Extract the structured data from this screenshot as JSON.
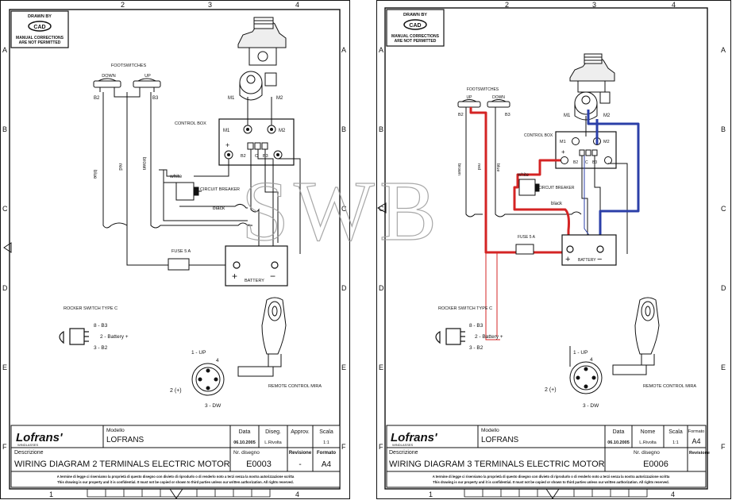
{
  "sheets": [
    {
      "stamp": {
        "drawn_by": "DRAWN BY",
        "logo": "CAD",
        "note1": "MANUAL CORRECTIONS",
        "note2": "ARE NOT PERMITTED"
      },
      "grid_cols": [
        "2",
        "3",
        "4",
        "1",
        "4"
      ],
      "grid_rows": [
        "A",
        "B",
        "C",
        "D",
        "E",
        "F"
      ],
      "labels": {
        "footswitches": "FOOTSWITCHES",
        "sw_left": "DOWN",
        "sw_right": "UP",
        "b_left": "B2",
        "b_right": "B3",
        "m1": "M1",
        "m2": "M2",
        "control_box": "CONTROL BOX",
        "cb_m1": "M1",
        "cb_m2": "M2",
        "cb_plus": "+",
        "cb_b2": "B2",
        "cb_c": "C",
        "cb_b3": "B3",
        "wire1": "blue",
        "wire2": "red",
        "wire3": "brown",
        "white": "white",
        "black": "black",
        "breaker": "CIRCUIT BREAKER",
        "fuse": "FUSE 5 A",
        "battery": "BATTERY",
        "bat_plus": "+",
        "bat_minus": "−",
        "rocker": "ROCKER SWITCH TYPE C",
        "r1": "8 - B3",
        "r2": "2 - Battery +",
        "r3": "3 - B2",
        "c_up": "1 - UP",
        "c_4": "4",
        "c_2": "2 (+)",
        "c_dw": "3 - DW",
        "remote": "REMOTE CONTROL MIRA"
      },
      "title_block": {
        "brand": "Lofrans'",
        "brand_sub": "WINDLASSES",
        "modello_label": "Modello",
        "modello": "LOFRANS",
        "col1_label": "Data",
        "col1": "06.10.2005",
        "col2_label": "Diseg.",
        "col2": "L.Rivolta",
        "col3_label": "Approv.",
        "col3": "",
        "col4_label": "Scala",
        "col4": "1:1",
        "descr_label": "Descrizione",
        "descr": "WIRING DIAGRAM 2 TERMINALS ELECTRIC MOTOR",
        "nr_label": "Nr. disegno",
        "nr": "E0003",
        "rev_label": "Revisione",
        "rev": "-",
        "fmt_label": "Formato",
        "fmt": "A4",
        "legal1": "A termine di legge ci riserviamo la proprietà di questo disegno con divieto di riprodurlo o di renderlo noto a terzi senza la nostra autorizzazione scritta",
        "legal2": "This drawing is our property and it is confidential. It must not be copied or shown to third parties unless our written authorization. All rights reserved."
      }
    },
    {
      "stamp": {
        "drawn_by": "DRAWN BY",
        "logo": "CAD",
        "note1": "MANUAL CORRECTIONS",
        "note2": "ARE NOT PERMITTED"
      },
      "grid_cols": [
        "2",
        "3",
        "4",
        "1",
        "4"
      ],
      "grid_rows": [
        "A",
        "B",
        "C",
        "D",
        "E",
        "F"
      ],
      "labels": {
        "footswitches": "FOOTSWITCHES",
        "sw_left": "UP",
        "sw_right": "DOWN",
        "b_left": "B2",
        "b_right": "B3",
        "m1": "M1",
        "m2": "M2",
        "control_box": "CONTROL BOX",
        "cb_m1": "M1",
        "cb_m2": "M2",
        "cb_plus": "+",
        "cb_b2": "B2",
        "cb_c": "C",
        "cb_b3": "B3",
        "wire1": "brown",
        "wire2": "red",
        "wire3": "blue",
        "white": "white",
        "black": "black",
        "breaker": "CIRCUIT BREAKER",
        "fuse": "FUSE 5 A",
        "battery": "BATTERY",
        "bat_plus": "+",
        "bat_minus": "−",
        "rocker": "ROCKER SWITCH TYPE C",
        "r1": "8 - B3",
        "r2": "2 - Battery +",
        "r3": "3 - B2",
        "c_up": "1 - UP",
        "c_4": "4",
        "c_2": "2 (+)",
        "c_dw": "3 - DW",
        "remote": "REMOTE CONTROL MIRA"
      },
      "title_block": {
        "brand": "Lofrans'",
        "brand_sub": "WINDLASSES",
        "modello_label": "Modello",
        "modello": "LOFRANS",
        "col1_label": "Data",
        "col1": "06.10.2005",
        "col2_label": "Nome",
        "col2": "L.Rivolta",
        "col3_label": "Scala",
        "col3": "1:1",
        "col4_label": "Formato",
        "col4": "A4",
        "descr_label": "Descrizione",
        "descr": "WIRING DIAGRAM 3 TERMINALS ELECTRIC MOTOR",
        "nr_label": "Nr. disegno",
        "nr": "E0006",
        "rev_label": "Revisione",
        "rev": "",
        "fmt_label": "",
        "fmt": "",
        "legal1": "A termine di legge ci riserviamo la proprietà di questo disegno con divieto di riprodurlo o di renderlo noto a terzi senza la nostra autorizzazione scritta",
        "legal2": "This drawing is our property and it is confidential. It must not be copied or shown to third parties unless our written authorization. All rights reserved."
      }
    }
  ],
  "watermark": "SWB",
  "colors": {
    "line": "#111111",
    "red_wire": "#d42424",
    "blue_wire": "#2b3fa8",
    "watermark": "#9a9a9a"
  }
}
